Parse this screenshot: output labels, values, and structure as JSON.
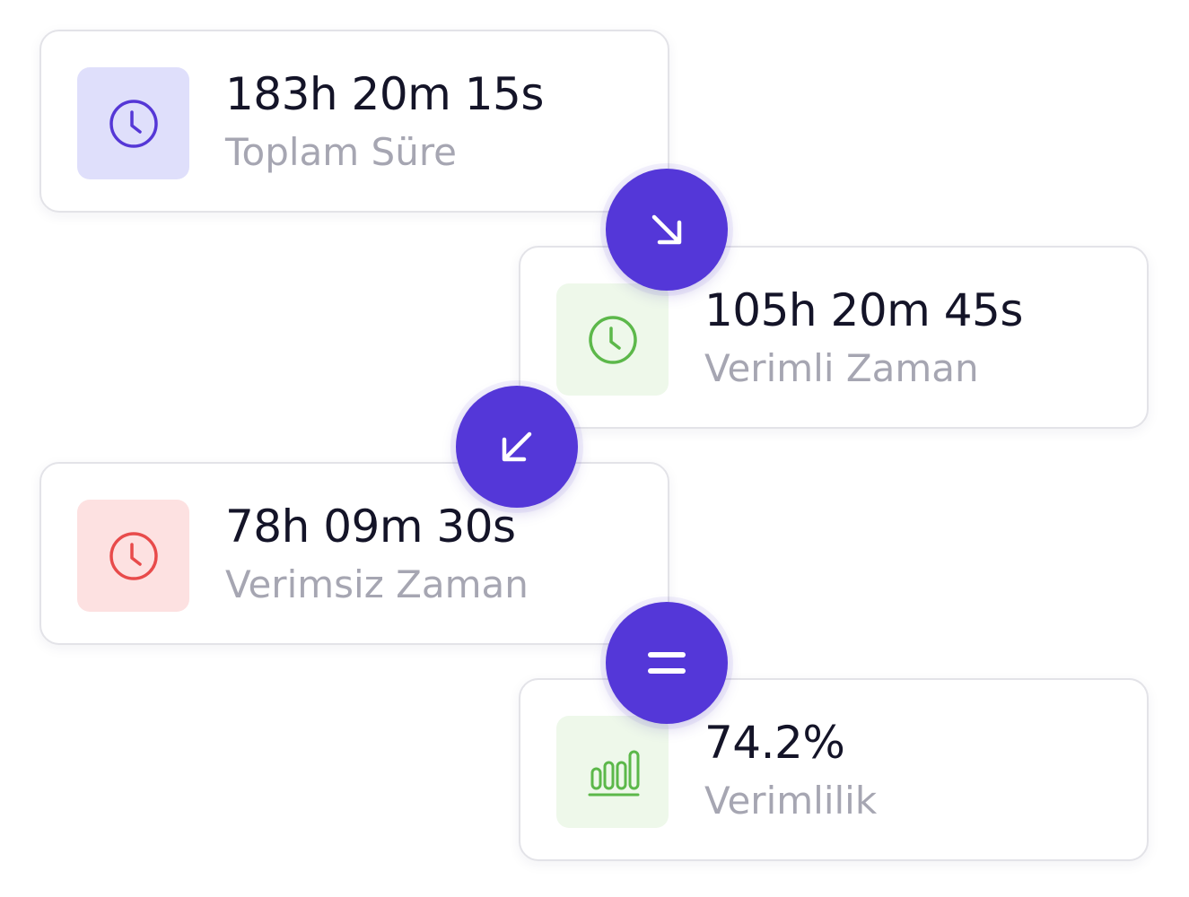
{
  "colors": {
    "accent": "#5437d8",
    "purple_tile": "#dfdffb",
    "purple_icon": "#5537d6",
    "green_tile": "#eef8ea",
    "green_icon": "#5cb84a",
    "red_tile": "#fde1e1",
    "red_icon": "#e84b4b",
    "value_text": "#141428",
    "label_text": "#a6a6b2"
  },
  "cards": [
    {
      "value": "183h 20m 15s",
      "label": "Toplam Süre",
      "icon": "clock-icon",
      "tone": "purple"
    },
    {
      "value": "105h 20m 45s",
      "label": "Verimli Zaman",
      "icon": "clock-icon",
      "tone": "green"
    },
    {
      "value": "78h 09m 30s",
      "label": "Verimsiz Zaman",
      "icon": "clock-icon",
      "tone": "red"
    },
    {
      "value": "74.2%",
      "label": "Verimlilik",
      "icon": "bar-chart-icon",
      "tone": "green"
    }
  ],
  "connectors": [
    {
      "icon": "arrow-down-right-icon"
    },
    {
      "icon": "arrow-down-left-icon"
    },
    {
      "icon": "equals-icon"
    }
  ]
}
